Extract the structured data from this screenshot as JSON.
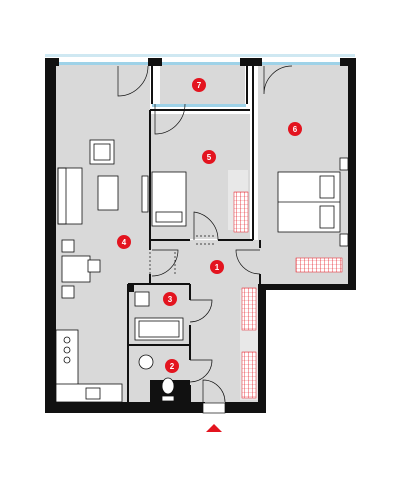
{
  "colors": {
    "wall": "#111111",
    "floor": "#d9d9d9",
    "badge": "#e3141f",
    "window": "#9ed2e8",
    "furniture": "#ffffff",
    "radiator": "#e3141f",
    "entrance_arrow": "#e3141f"
  },
  "rooms": [
    {
      "id": "room-1",
      "number": "1"
    },
    {
      "id": "room-2",
      "number": "2"
    },
    {
      "id": "room-3",
      "number": "3"
    },
    {
      "id": "room-4",
      "number": "4"
    },
    {
      "id": "room-5",
      "number": "5"
    },
    {
      "id": "room-6",
      "number": "6"
    },
    {
      "id": "room-7",
      "number": "7"
    }
  ],
  "icons": {
    "entrance": "entrance-arrow-icon"
  }
}
